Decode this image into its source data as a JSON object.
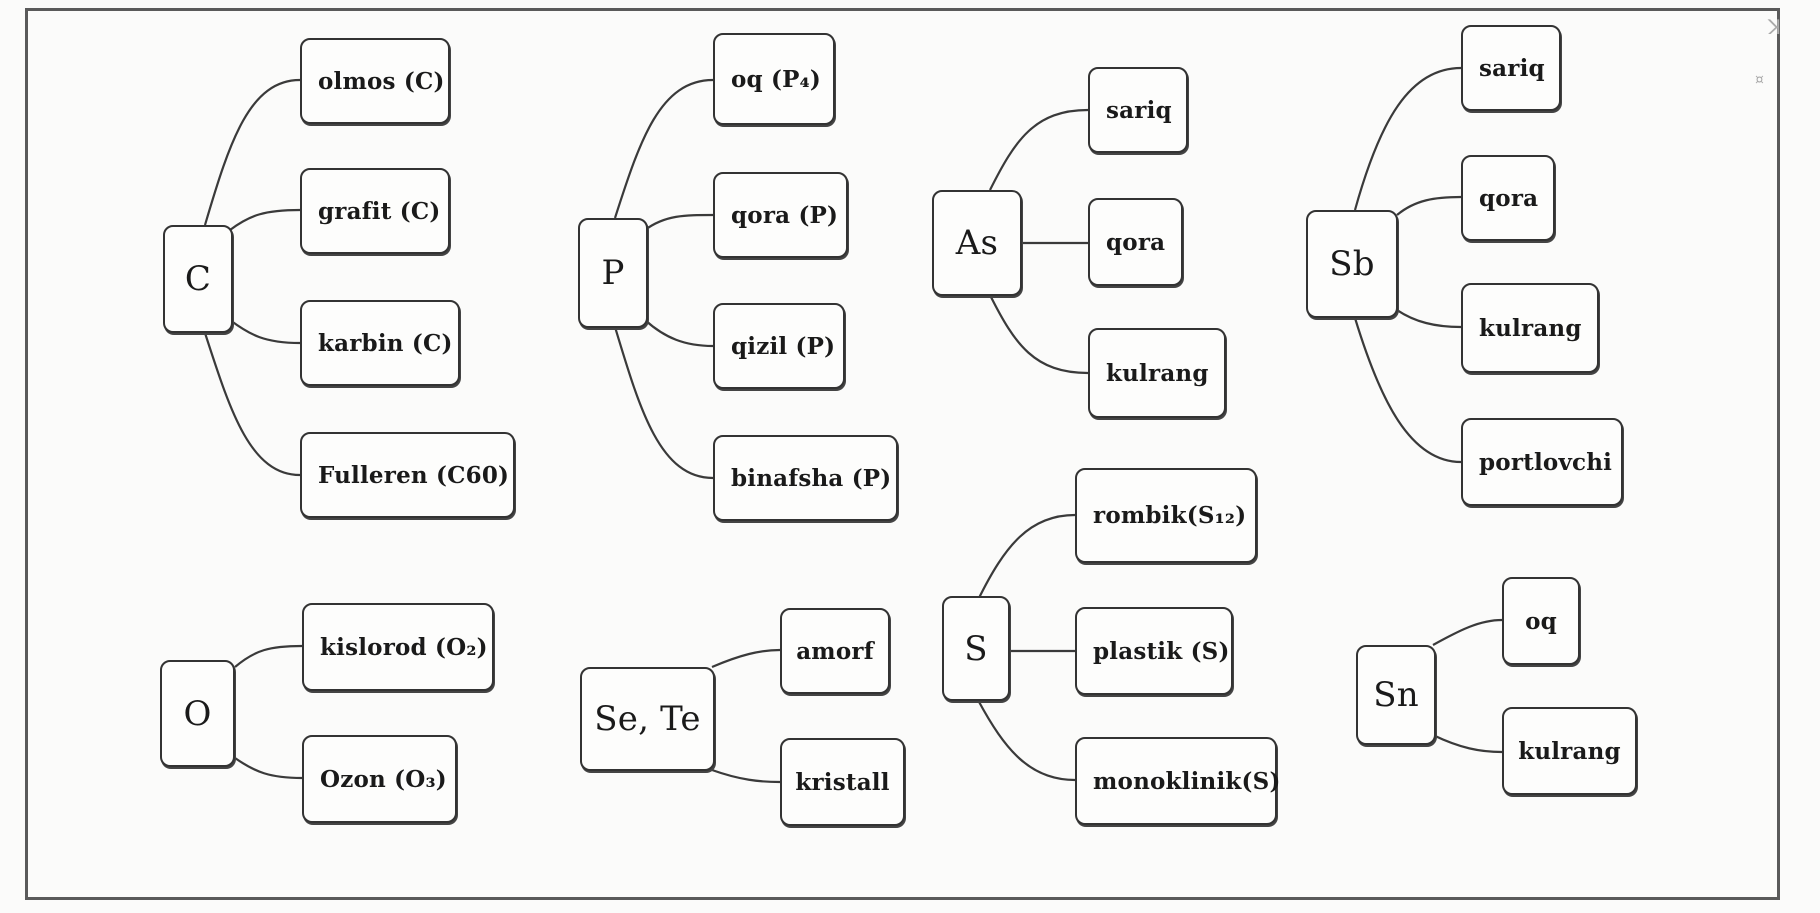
{
  "groups": [
    {
      "root": "C",
      "children": [
        "olmos (C)",
        "grafit (C)",
        "karbin (C)",
        "Fulleren (C60)"
      ]
    },
    {
      "root": "P",
      "children": [
        "oq (P₄)",
        "qora (P)",
        "qizil (P)",
        "binafsha (P)"
      ]
    },
    {
      "root": "As",
      "children": [
        "sariq",
        "qora",
        "kulrang"
      ]
    },
    {
      "root": "Sb",
      "children": [
        "sariq",
        "qora",
        "kulrang",
        "portlovchi"
      ]
    },
    {
      "root": "O",
      "children": [
        "kislorod (O₂)",
        "Ozon (O₃)"
      ]
    },
    {
      "root": "Se, Te",
      "children": [
        "amorf",
        "kristall"
      ]
    },
    {
      "root": "S",
      "children": [
        "rombik(S₁₂)",
        "plastik (S)",
        "monoklinik(S)"
      ]
    },
    {
      "root": "Sn",
      "children": [
        "oq",
        "kulrang"
      ]
    }
  ]
}
